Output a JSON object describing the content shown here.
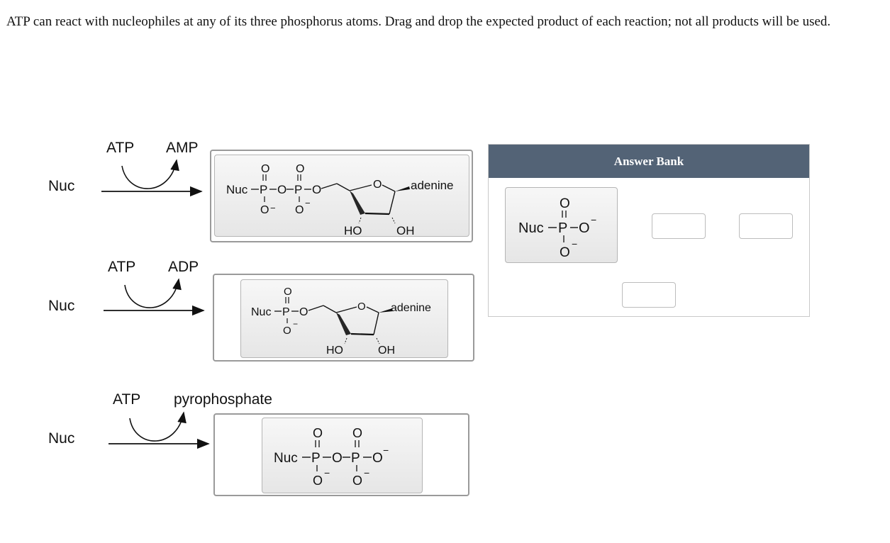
{
  "question": {
    "prompt": "ATP can react with nucleophiles at any of its three phosphorus atoms. Drag and drop the expected product of each reaction; not all products will be used."
  },
  "reactions": [
    {
      "nucleophile": "Nuc",
      "reagent": "ATP",
      "byproduct": "AMP"
    },
    {
      "nucleophile": "Nuc",
      "reagent": "ATP",
      "byproduct": "ADP"
    },
    {
      "nucleophile": "Nuc",
      "reagent": "ATP",
      "byproduct": "pyrophosphate"
    }
  ],
  "answer_bank": {
    "title": "Answer Bank"
  },
  "chem": {
    "nuc": "Nuc",
    "P": "P",
    "O": "O",
    "minus": "−",
    "dash": "–",
    "adenine": "adenine",
    "HO": "HO",
    "OH": "OH"
  }
}
